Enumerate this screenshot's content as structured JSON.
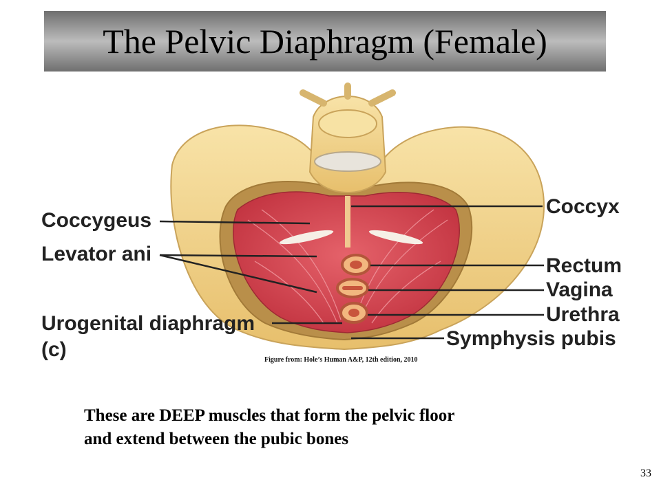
{
  "slide": {
    "title": "The Pelvic Diaphragm (Female)",
    "number": "33"
  },
  "figure": {
    "labels": {
      "coccygeus": "Coccygeus",
      "levator_ani": "Levator ani",
      "urogenital_diaphragm": "Urogenital diaphragm",
      "panel": "(c)",
      "coccyx": "Coccyx",
      "rectum": "Rectum",
      "vagina": "Vagina",
      "urethra": "Urethra",
      "symphysis_pubis": "Symphysis pubis"
    },
    "credit": "Figure from: Hole’s Human A&P, 12th edition, 2010",
    "colors": {
      "bone": "#f2d28c",
      "muscle": "#d9474f",
      "label": "#222222"
    }
  },
  "caption": {
    "line1": "These are DEEP muscles that form the pelvic floor",
    "line2": "and extend between the pubic bones"
  }
}
